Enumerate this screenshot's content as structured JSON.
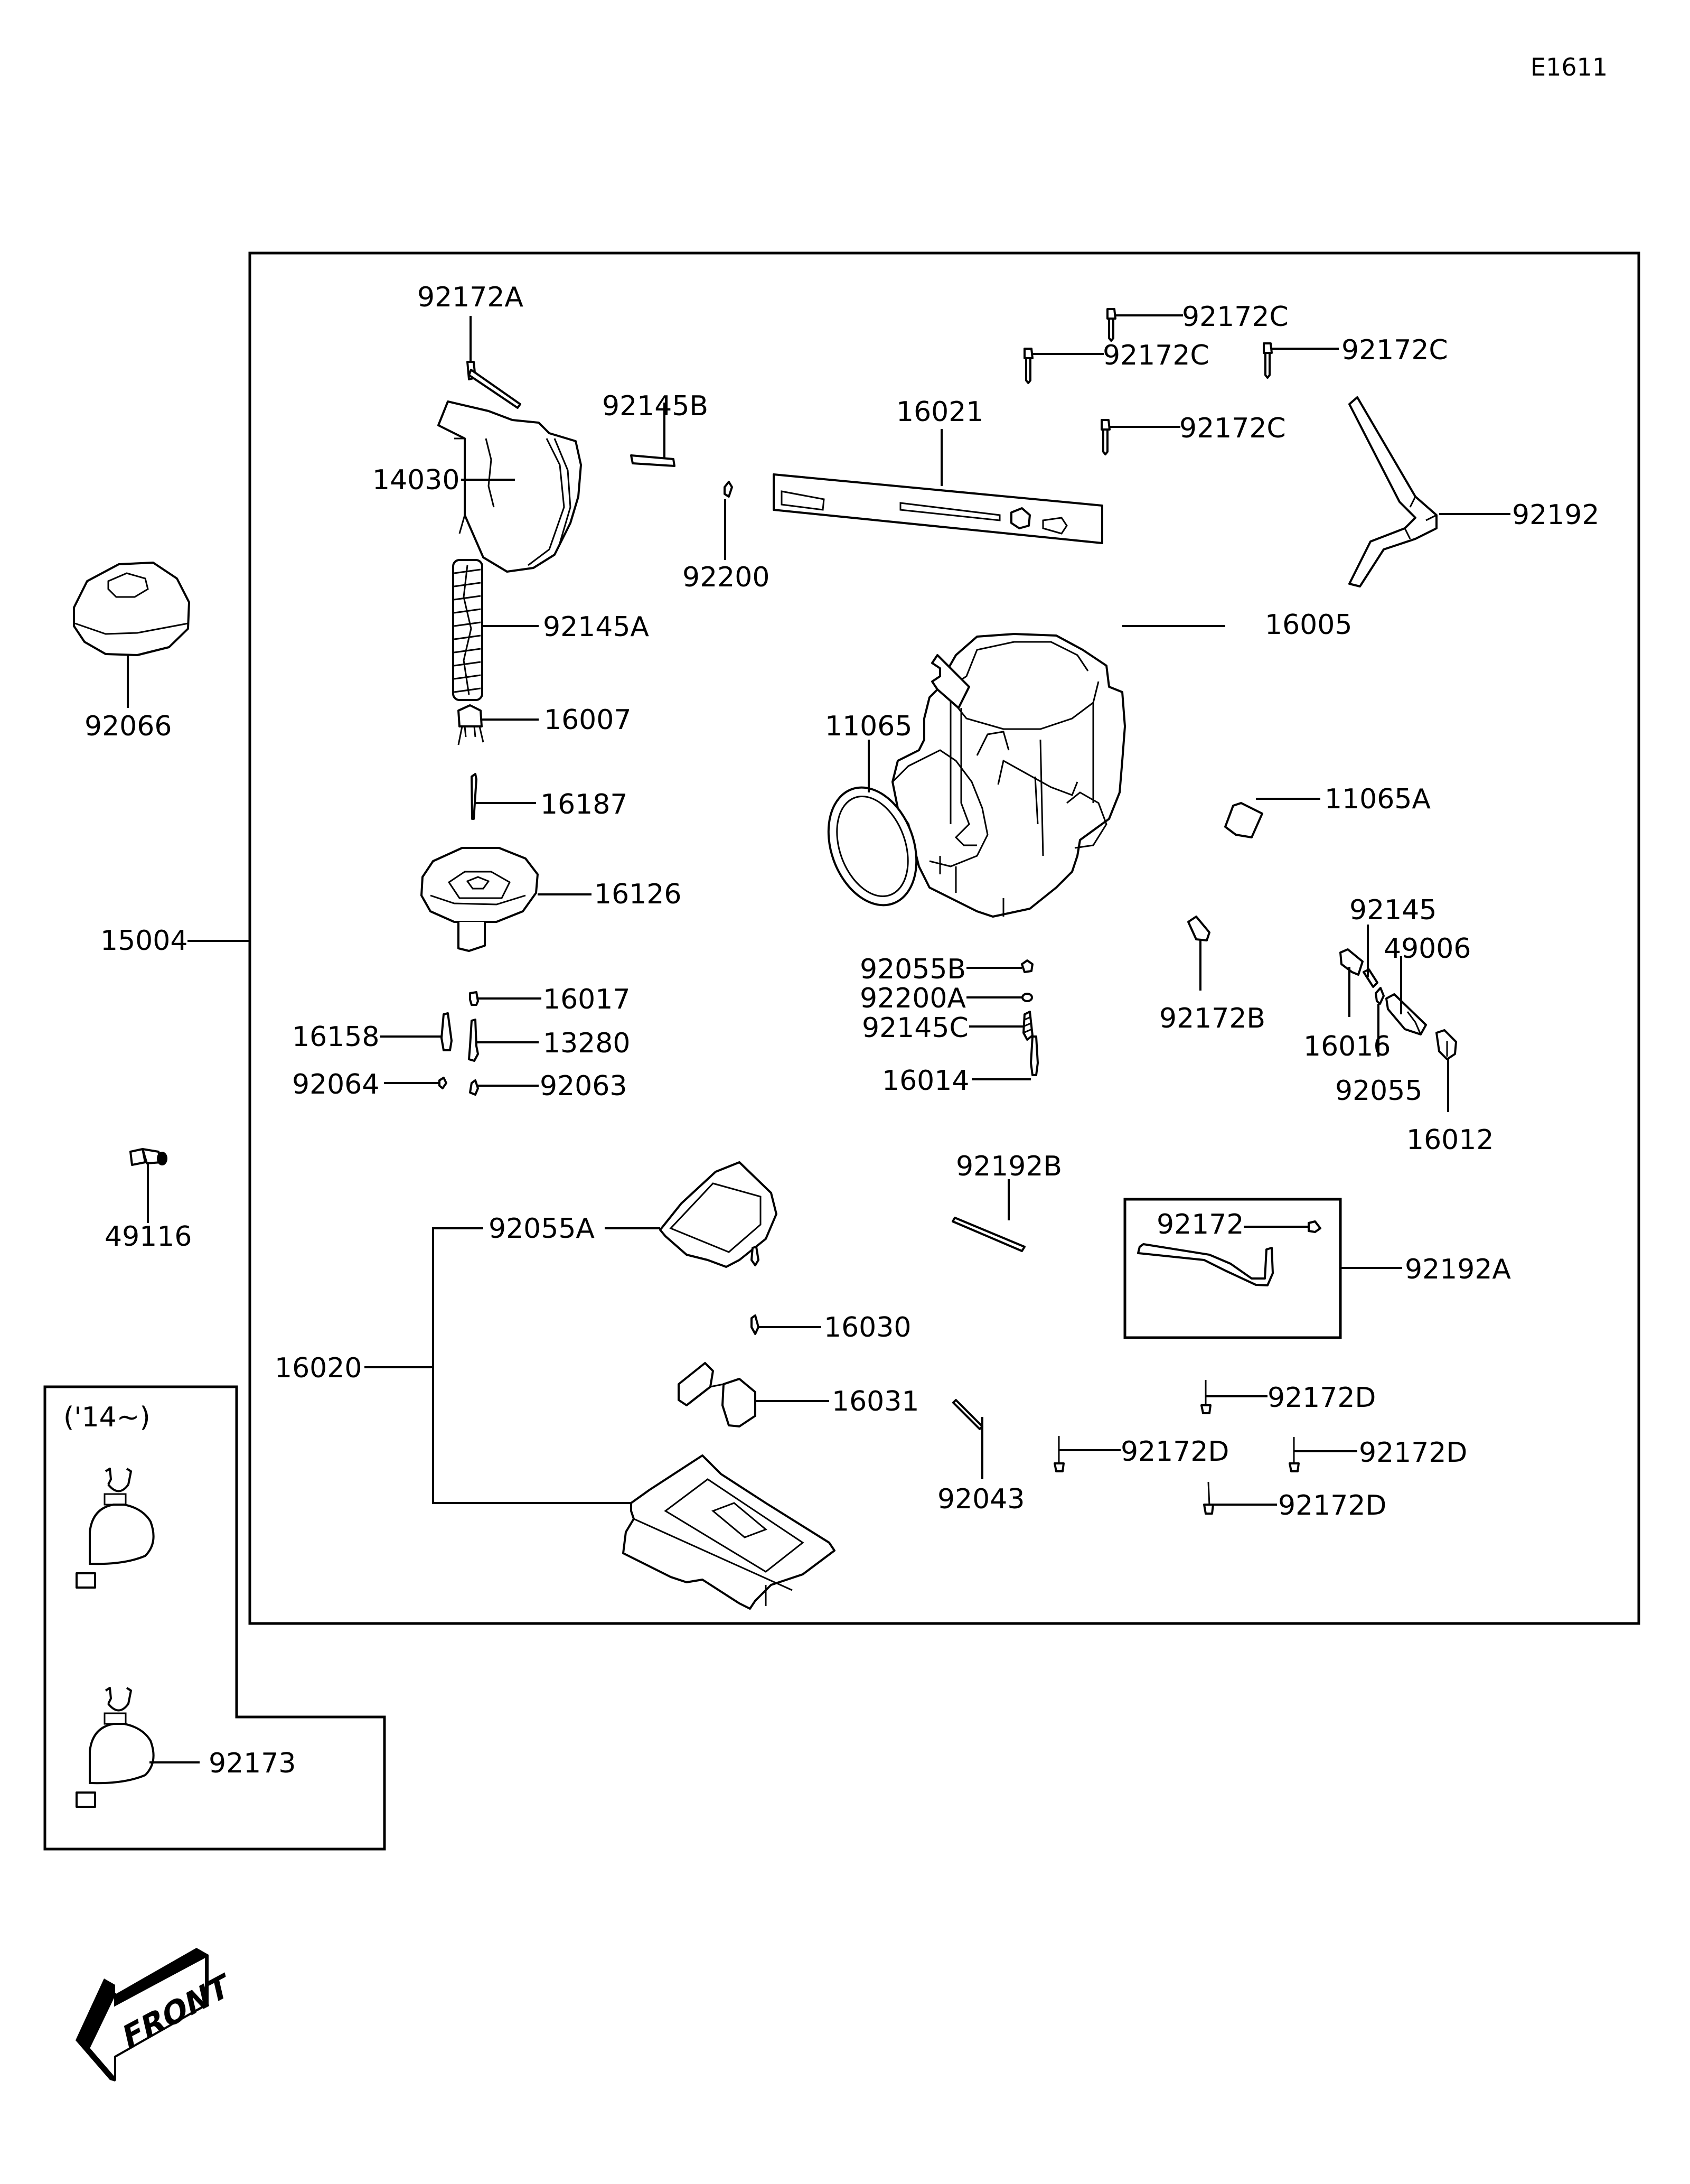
{
  "diagram_code": "E1611",
  "assembly_label": "15004",
  "front_arrow_text": "FRONT",
  "inset_note": "('14~)",
  "callouts": {
    "p92172A": "92172A",
    "p14030": "14030",
    "p92145B": "92145B",
    "p92200": "92200",
    "p16021": "16021",
    "p92172C_1": "92172C",
    "p92172C_2": "92172C",
    "p92172C_3": "92172C",
    "p92172C_4": "92172C",
    "p92192": "92192",
    "p16005": "16005",
    "p92066": "92066",
    "p92145A": "92145A",
    "p16007": "16007",
    "p16187": "16187",
    "p16126": "16126",
    "p15004": "15004",
    "p16017": "16017",
    "p16158": "16158",
    "p13280": "13280",
    "p92064": "92064",
    "p92063": "92063",
    "p11065": "11065",
    "p11065A": "11065A",
    "p92055B": "92055B",
    "p92200A": "92200A",
    "p92145C": "92145C",
    "p16014": "16014",
    "p92172B": "92172B",
    "p92145": "92145",
    "p49006": "49006",
    "p16016": "16016",
    "p92055": "92055",
    "p16012": "16012",
    "p49116": "49116",
    "p92192B": "92192B",
    "p92172": "92172",
    "p92192A": "92192A",
    "p92055A": "92055A",
    "p16020": "16020",
    "p16030": "16030",
    "p16031": "16031",
    "p92043": "92043",
    "p92172D_1": "92172D",
    "p92172D_2": "92172D",
    "p92172D_3": "92172D",
    "p92172D_4": "92172D",
    "p92173": "92173"
  }
}
